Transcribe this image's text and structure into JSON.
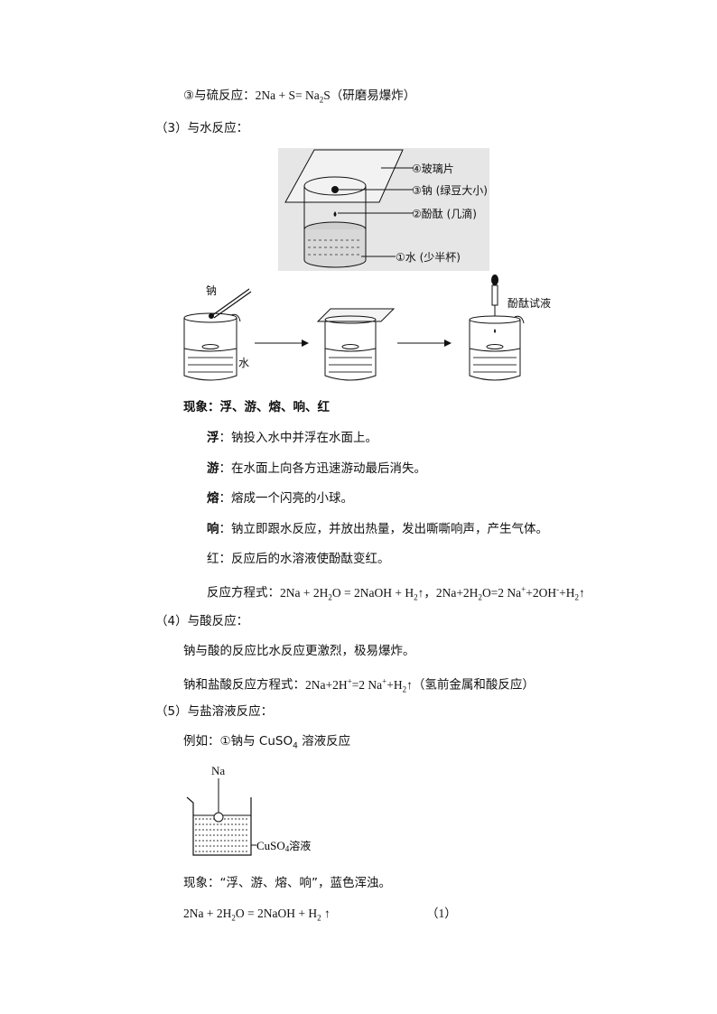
{
  "lines": {
    "l1_a": "③与硫反应：",
    "l1_eq": "2Na + S= Na",
    "l1_sub": "2",
    "l1_eq2": "S",
    "l1_note": "（研磨易爆炸）",
    "l2": "（3）与水反应：",
    "phen_label": "现象：",
    "phen_items": "浮、游、熔、响、红",
    "fu_k": "浮",
    "fu_t": "：钠投入水中并浮在水面上。",
    "you_k": "游",
    "you_t": "：在水面上向各方迅速游动最后消失。",
    "rong_k": "熔",
    "rong_t": "：熔成一个闪亮的小球。",
    "xiang_k": "响",
    "xiang_t": "：钠立即跟水反应，并放出热量，发出嘶嘶响声，产生气体。",
    "hong_t": "红：反应后的水溶液使酚酞变红。",
    "eq_label": "反应方程式：",
    "eq1": "2Na + 2H",
    "eq1_sub": "2",
    "eq1_b": "O  = 2NaOH + H",
    "eq1_sub2": "2",
    "eq1_c": "↑，",
    "eq2_a": "2Na+2H",
    "eq2_sub": "2",
    "eq2_b": "O=2 Na",
    "eq2_sup": "+",
    "eq2_c": "+2OH",
    "eq2_sup2": "-",
    "eq2_d": "+H",
    "eq2_sub2": "2",
    "eq2_e": "↑",
    "s4": "（4）与酸反应：",
    "s4_1": "钠与酸的反应比水反应更激烈，极易爆炸。",
    "s4_2a": "钠和盐酸反应方程式：",
    "s4_2b": "2Na+2H",
    "s4_2sup": "+",
    "s4_2c": "=2 Na",
    "s4_2sup2": "+",
    "s4_2d": "+H",
    "s4_2sub": "2",
    "s4_2e": "↑",
    "s4_2note": "（氢前金属和酸反应）",
    "s5": "（5）与盐溶液反应：",
    "s5_1a": "例如：①钠与 CuSO",
    "s5_1sub": "4",
    "s5_1b": " 溶液反应",
    "s5_phen": "现象：“浮、游、熔、响”，蓝色浑浊。",
    "s5_eq_a": "2Na + 2H",
    "s5_eq_sub": "2",
    "s5_eq_b": "O = 2NaOH + H",
    "s5_eq_sub2": "2",
    "s5_eq_c": " ↑",
    "s5_eq_num": "（1）"
  },
  "figure1": {
    "label4": "④玻璃片",
    "label3": "③钠 (绿豆大小)",
    "label2": "②酚酞 (几滴)",
    "label1": "①水 (少半杯)"
  },
  "figure2": {
    "label_na": "钠",
    "label_water": "水",
    "label_phenol": "酚酞试液"
  },
  "figure3": {
    "label_na": "Na",
    "label_sol": "CuSO",
    "label_sol_sub": "4",
    "label_sol_b": "溶液"
  }
}
